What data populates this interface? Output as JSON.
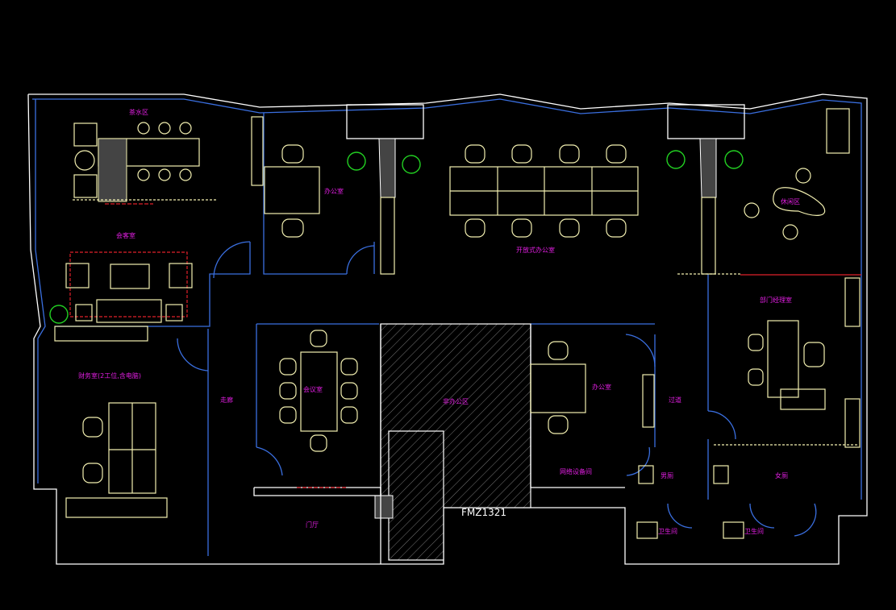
{
  "drawing": {
    "rooms": [
      {
        "id": "tea",
        "label": "茶水区"
      },
      {
        "id": "reception",
        "label": "会客室"
      },
      {
        "id": "finance",
        "label": "财务室(2工位,含电脑)"
      },
      {
        "id": "office1",
        "label": "办公室"
      },
      {
        "id": "open_office",
        "label": "开放式办公室"
      },
      {
        "id": "lounge",
        "label": "休闲区"
      },
      {
        "id": "manager",
        "label": "部门经理室"
      },
      {
        "id": "meeting",
        "label": "会议室"
      },
      {
        "id": "corridor1",
        "label": "走廊"
      },
      {
        "id": "non_office",
        "label": "非办公区"
      },
      {
        "id": "office2",
        "label": "办公室"
      },
      {
        "id": "corridor2",
        "label": "过道"
      },
      {
        "id": "network",
        "label": "网络设备间"
      },
      {
        "id": "wc_m",
        "label": "男厕"
      },
      {
        "id": "wc_f",
        "label": "女厕"
      },
      {
        "id": "wash1",
        "label": "卫生间"
      },
      {
        "id": "wash2",
        "label": "卫生间"
      },
      {
        "id": "lobby",
        "label": "门厅"
      }
    ],
    "door_code": "FMZ1321",
    "colors": {
      "wall": "#ffffff",
      "window": "#3a6fe0",
      "furniture": "#f2efb0",
      "label": "#e01ee0",
      "plant": "#22d022",
      "accent": "#e0202a"
    }
  }
}
